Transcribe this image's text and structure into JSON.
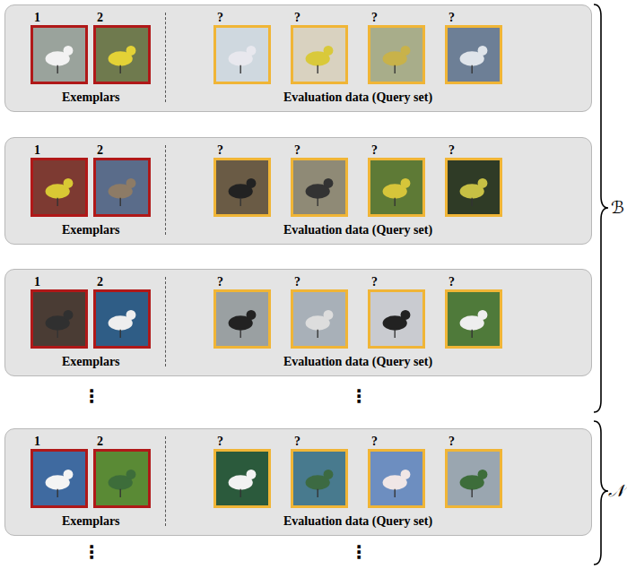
{
  "diagram": {
    "nodes": [
      {
        "text": [
          "Exemplars",
          "Evaluation data (Query set)"
        ]
      },
      {
        "text": [
          "1"
        ],
        "in": 0
      },
      {
        "text": [
          "2"
        ],
        "in": 0
      },
      {
        "text": [
          "?"
        ],
        "in": 0
      },
      {
        "text": [
          "?"
        ],
        "in": 0
      },
      {
        "text": [
          "?"
        ],
        "in": 0
      },
      {
        "text": [
          "?"
        ],
        "in": 0
      },
      {
        "text": [
          "Exemplars",
          "Evaluation data (Query set)"
        ]
      },
      {
        "text": [
          "1"
        ],
        "in": 7
      },
      {
        "text": [
          "2"
        ],
        "in": 7
      },
      {
        "text": [
          "?"
        ],
        "in": 7
      },
      {
        "text": [
          "?"
        ],
        "in": 7
      },
      {
        "text": [
          "?"
        ],
        "in": 7
      },
      {
        "text": [
          "?"
        ],
        "in": 7
      },
      {
        "text": [
          "Exemplars",
          "Evaluation data (Query set)"
        ]
      },
      {
        "text": [
          "1"
        ],
        "in": 14
      },
      {
        "text": [
          "2"
        ],
        "in": 14
      },
      {
        "text": [
          "?"
        ],
        "in": 14
      },
      {
        "text": [
          "?"
        ],
        "in": 14
      },
      {
        "text": [
          "?"
        ],
        "in": 14
      },
      {
        "text": [
          "?"
        ],
        "in": 14
      },
      {
        "text": [
          "Exemplars",
          "Evaluation data (Query set)"
        ]
      },
      {
        "text": [
          "1"
        ],
        "in": 21
      },
      {
        "text": [
          "2"
        ],
        "in": 21
      },
      {
        "text": [
          "?"
        ],
        "in": 21
      },
      {
        "text": [
          "?"
        ],
        "in": 21
      },
      {
        "text": [
          "?"
        ],
        "in": 21
      },
      {
        "text": [
          "?"
        ],
        "in": 21
      }
    ],
    "labels": [
      "⋮",
      "⋮",
      "⋮",
      "⋮",
      "ℬ",
      "𝒩"
    ]
  }
}
